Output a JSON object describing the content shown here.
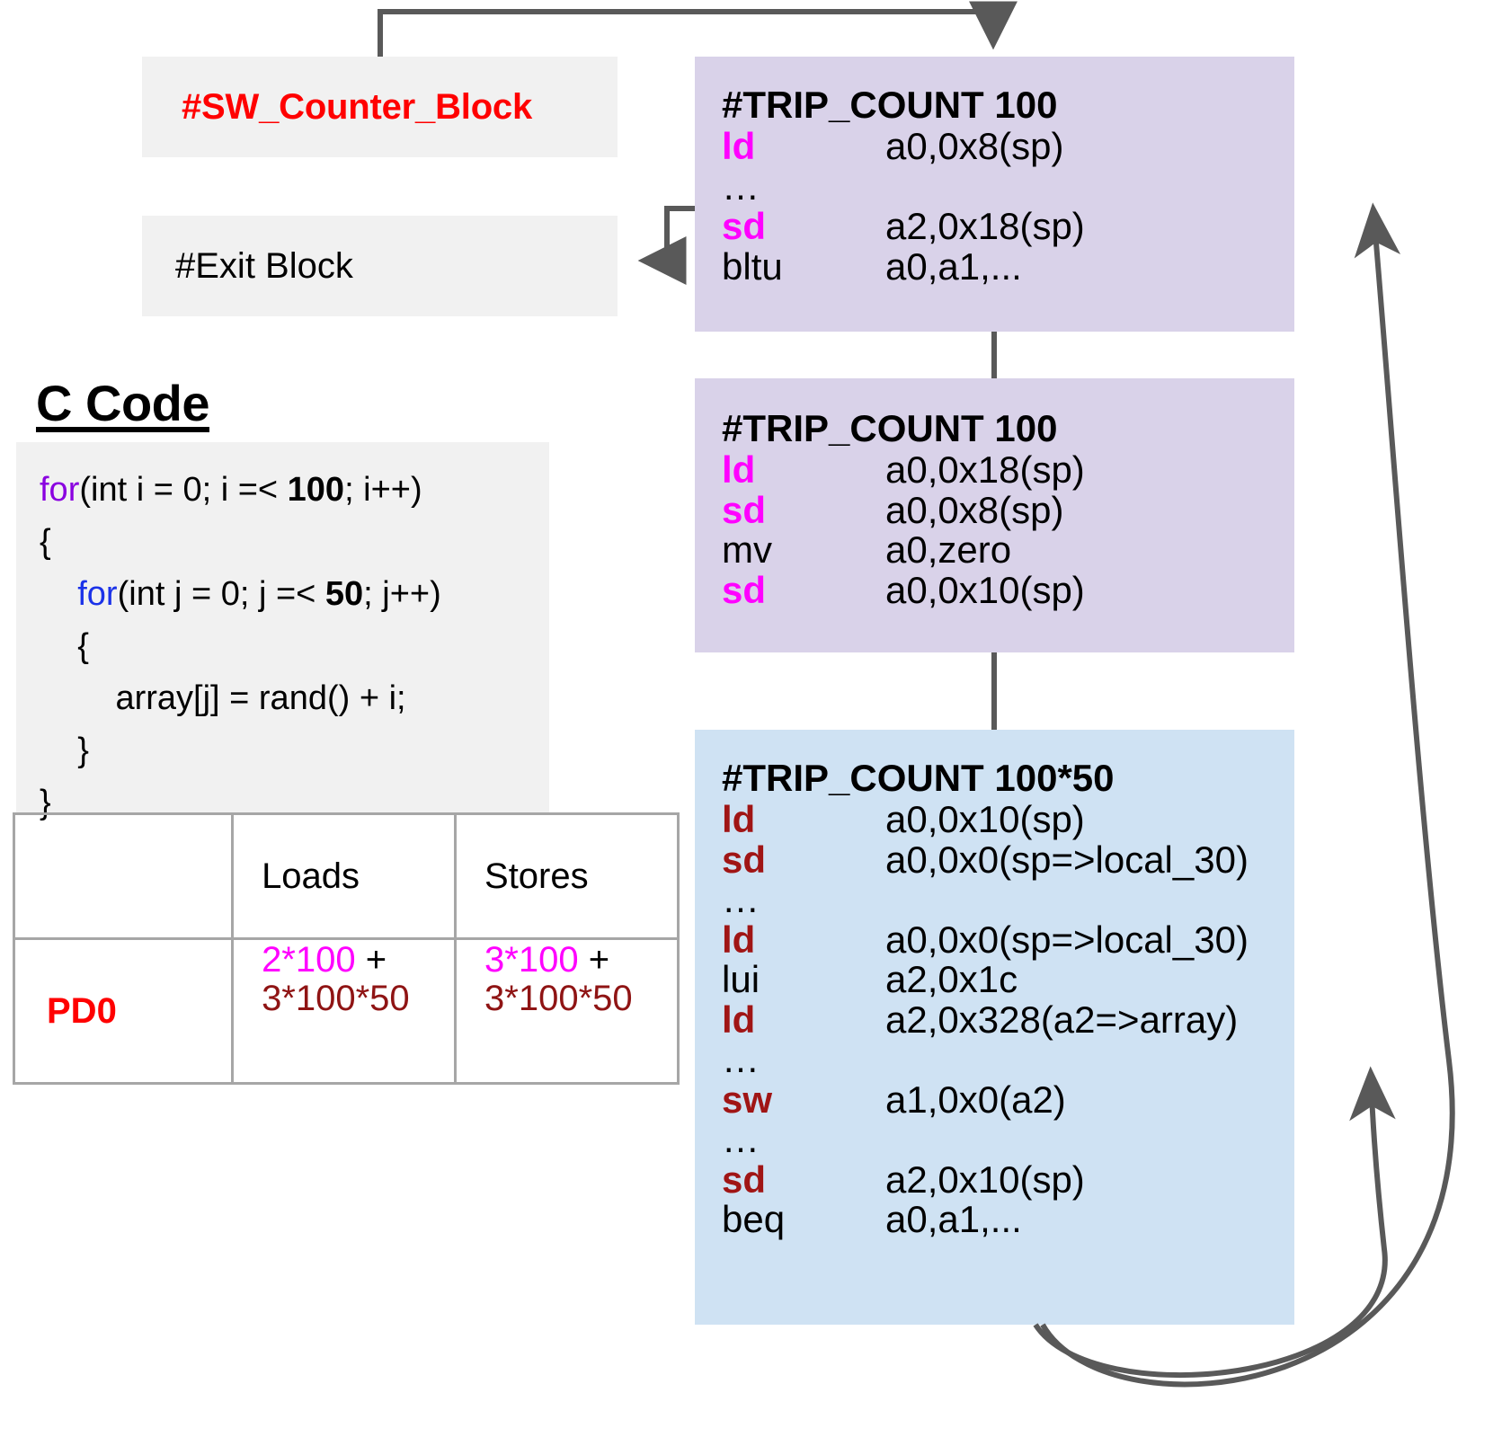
{
  "left_panel": {
    "sw_counter_block_label": "#SW_Counter_Block",
    "exit_block_label": "#Exit Block",
    "ccode_title": "C Code",
    "ccode": {
      "line1_kw": "for",
      "line1_rest_a": "(int i = 0; i =< ",
      "line1_num": "100",
      "line1_rest_b": "; i++)",
      "line2": "{",
      "line3_indent": "    ",
      "line3_kw": "for",
      "line3_rest_a": "(int j = 0; j =< ",
      "line3_num": "50",
      "line3_rest_b": "; j++)",
      "line4": "    {",
      "line5": "        array[j] = rand() + i;",
      "line6": "    }",
      "line7": "}"
    },
    "table": {
      "headers": [
        "",
        "Loads",
        "Stores"
      ],
      "rows": [
        {
          "label": "PD0",
          "loads_line1_a": "2*100",
          "loads_line1_b": " +",
          "loads_line2": "3*100*50",
          "stores_line1_a": "3*100",
          "stores_line1_b": " +",
          "stores_line2": "3*100*50"
        }
      ]
    }
  },
  "blocks": [
    {
      "id": "block-top",
      "header": "#TRIP_COUNT 100",
      "lines": [
        {
          "kind": "insn",
          "op": "ld",
          "args": "a0,0x8(sp)",
          "style": "op-magenta"
        },
        {
          "kind": "dots",
          "text": "…"
        },
        {
          "kind": "insn",
          "op": "sd",
          "args": "a2,0x18(sp)",
          "style": "op-magenta"
        },
        {
          "kind": "insn",
          "op": "bltu",
          "args": "a0,a1,...",
          "style": "op-plain"
        }
      ]
    },
    {
      "id": "block-mid",
      "header": "#TRIP_COUNT 100",
      "lines": [
        {
          "kind": "insn",
          "op": "ld",
          "args": "a0,0x18(sp)",
          "style": "op-magenta"
        },
        {
          "kind": "insn",
          "op": "sd",
          "args": "a0,0x8(sp)",
          "style": "op-magenta"
        },
        {
          "kind": "insn",
          "op": "mv",
          "args": "a0,zero",
          "style": "op-plain"
        },
        {
          "kind": "insn",
          "op": "sd",
          "args": "a0,0x10(sp)",
          "style": "op-magenta"
        }
      ]
    },
    {
      "id": "block-bottom",
      "header": "#TRIP_COUNT 100*50",
      "lines": [
        {
          "kind": "insn",
          "op": "ld",
          "args": "a0,0x10(sp)",
          "style": "op-darkred"
        },
        {
          "kind": "insn",
          "op": "sd",
          "args": "a0,0x0(sp=>local_30)",
          "style": "op-darkred"
        },
        {
          "kind": "dots",
          "text": "…"
        },
        {
          "kind": "insn",
          "op": "ld",
          "args": "a0,0x0(sp=>local_30)",
          "style": "op-darkred"
        },
        {
          "kind": "insn",
          "op": "lui",
          "args": "a2,0x1c",
          "style": "op-plain"
        },
        {
          "kind": "insn",
          "op": "ld",
          "args": "a2,0x328(a2=>array)",
          "style": "op-darkred"
        },
        {
          "kind": "dots",
          "text": "…"
        },
        {
          "kind": "insn",
          "op": "sw",
          "args": "a1,0x0(a2)",
          "style": "op-darkred"
        },
        {
          "kind": "dots",
          "text": "…"
        },
        {
          "kind": "insn",
          "op": "sd",
          "args": "a2,0x10(sp)",
          "style": "op-darkred"
        },
        {
          "kind": "insn",
          "op": "beq",
          "args": "a0,a1,...",
          "style": "op-plain"
        }
      ]
    }
  ],
  "colors": {
    "purple_block": "#d9d2e9",
    "blue_block": "#cfe2f3",
    "grey_block": "#f1f1f1",
    "red_text": "#ff0000",
    "magenta_text": "#ff00ff",
    "dark_red_text": "#a01515",
    "arrow": "#595959",
    "table_border": "#a6a6a6"
  },
  "arrows": [
    {
      "name": "backedge-to-top-block",
      "from": "sw-counter-area",
      "to": "block-top-top"
    },
    {
      "name": "top-block-to-exit-block",
      "from": "block-top-left",
      "to": "exit-block"
    },
    {
      "name": "top-to-mid-connector",
      "from": "block-top",
      "to": "block-mid"
    },
    {
      "name": "mid-to-bottom-connector",
      "from": "block-mid",
      "to": "block-bottom"
    },
    {
      "name": "bottom-backedge-outer",
      "from": "block-bottom-bottom",
      "to": "block-top-right"
    },
    {
      "name": "bottom-backedge-inner",
      "from": "block-bottom-bottom",
      "to": "block-bottom-right"
    }
  ]
}
